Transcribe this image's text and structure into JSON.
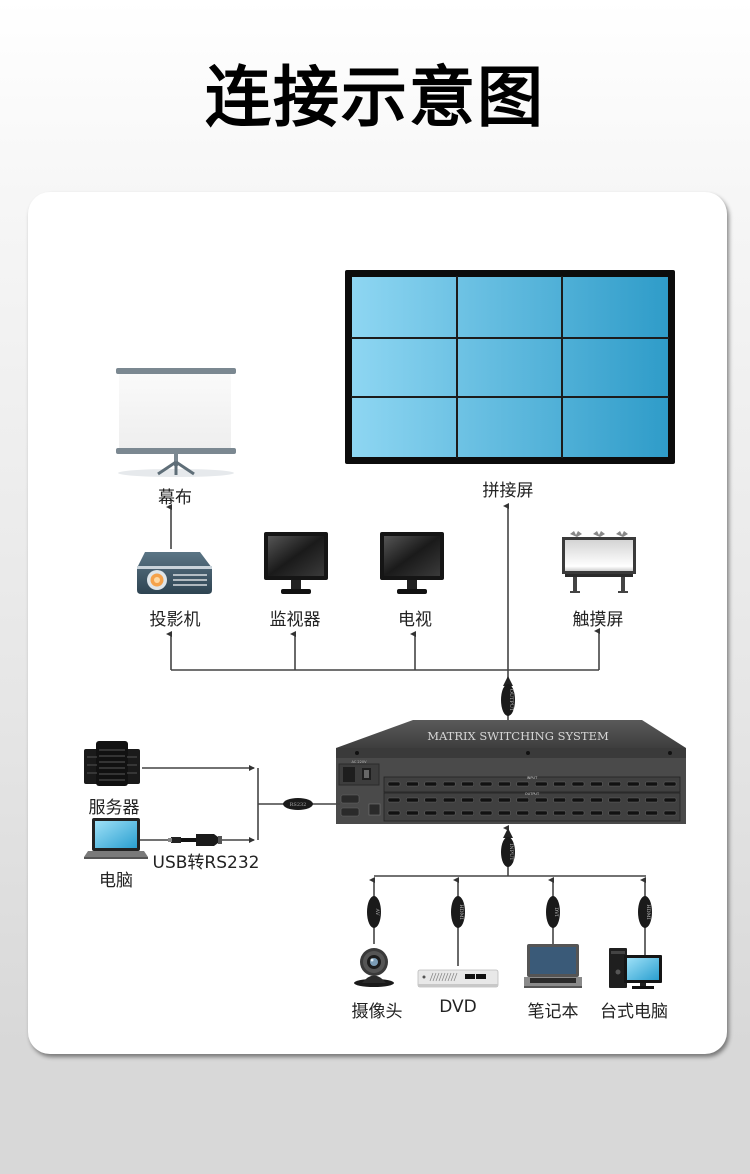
{
  "title": "连接示意图",
  "colors": {
    "background_top": "#ffffff",
    "background_bottom": "#d8d8d8",
    "card": "#ffffff",
    "video_wall_light": "#8ed6f2",
    "video_wall_dark": "#2f9cc9",
    "device_body": "#3a3a3a",
    "line": "#333333"
  },
  "outputs": {
    "video_wall": {
      "label": "拼接屏",
      "icon": "video-wall-icon",
      "cols": 3,
      "rows": 3
    },
    "screen": {
      "label": "幕布",
      "icon": "projection-screen-icon"
    },
    "projector": {
      "label": "投影机",
      "icon": "projector-icon"
    },
    "monitor": {
      "label": "监视器",
      "icon": "monitor-icon"
    },
    "tv": {
      "label": "电视",
      "icon": "tv-icon"
    },
    "touchscreen": {
      "label": "触摸屏",
      "icon": "billboard-display-icon"
    }
  },
  "matrix": {
    "name": "MATRIX SWITCHING SYSTEM",
    "power_label": "AC 220V",
    "input_row_label": "INPUT",
    "output_row_label": "OUTPUT",
    "input_ports": 16,
    "output_ports": 32,
    "output_cable_tag": "OUTPUT",
    "input_cable_tag": "INPUT",
    "control_cable_tag": "RS232"
  },
  "control": {
    "server": {
      "label": "服务器",
      "icon": "server-icon"
    },
    "computer": {
      "label": "电脑",
      "icon": "laptop-icon"
    },
    "adapter": {
      "label": "USB转RS232",
      "icon": "usb-serial-cable-icon"
    }
  },
  "sources": [
    {
      "label": "摄像头",
      "icon": "webcam-icon",
      "cable": "AV"
    },
    {
      "label": "DVD",
      "icon": "dvd-player-icon",
      "cable": "HDMI"
    },
    {
      "label": "笔记本",
      "icon": "notebook-icon",
      "cable": "DVI"
    },
    {
      "label": "台式电脑",
      "icon": "desktop-pc-icon",
      "cable": "HDMI"
    }
  ]
}
